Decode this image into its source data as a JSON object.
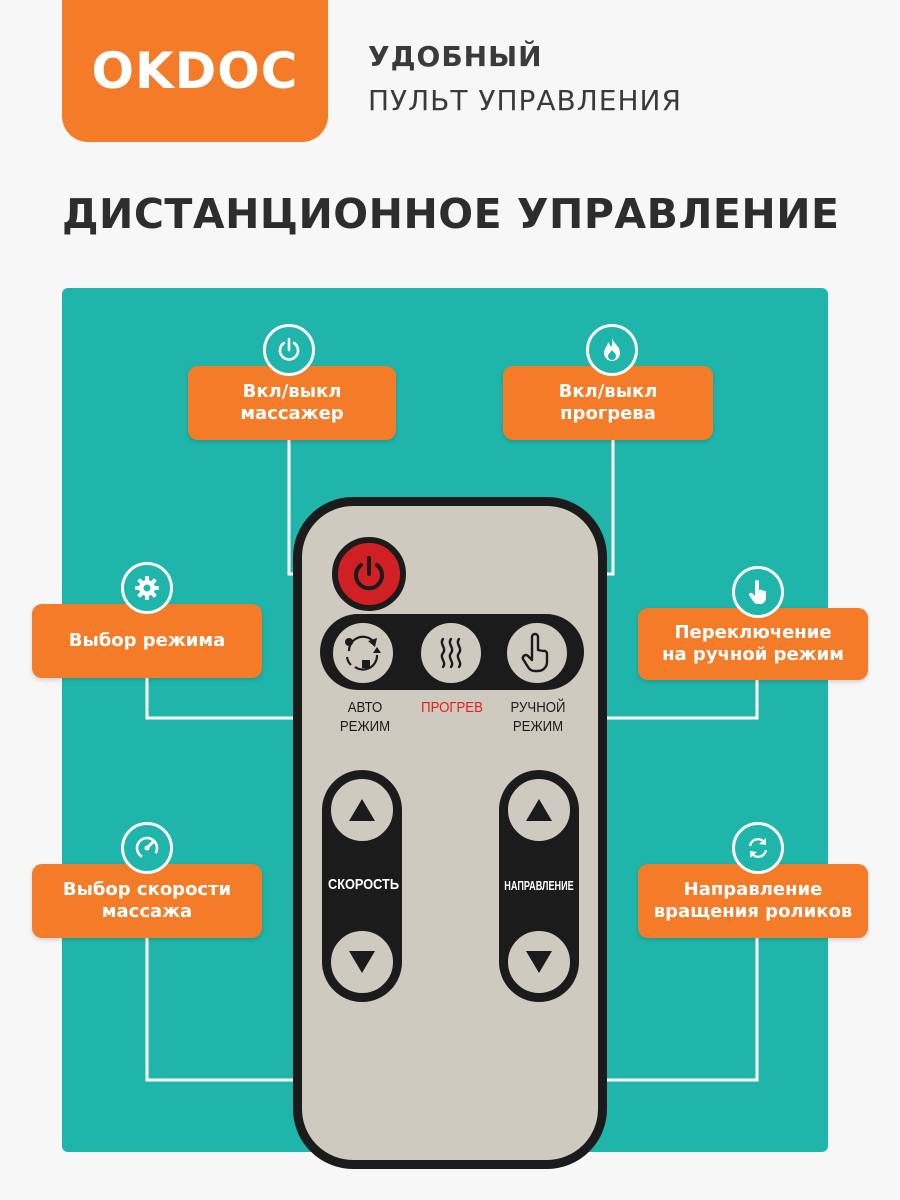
{
  "brand": {
    "logo": "OKDOC",
    "accent": "#f47c28",
    "panel_color": "#1fb5aa"
  },
  "tagline": {
    "line1": "УДОБНЫЙ",
    "line2": "ПУЛЬТ УПРАВЛЕНИЯ"
  },
  "heading": "ДИСТАНЦИОННОЕ УПРАВЛЕНИЕ",
  "callouts": {
    "power": {
      "line1": "Вкл/выкл",
      "line2": "массажер",
      "icon": "power-icon"
    },
    "heat": {
      "line1": "Вкл/выкл",
      "line2": "прогрева",
      "icon": "flame-icon"
    },
    "mode": {
      "line1": "Выбор режима",
      "icon": "gear-icon"
    },
    "manual": {
      "line1": "Переключение",
      "line2": "на ручной режим",
      "icon": "hand-pointer-icon"
    },
    "speed": {
      "line1": "Выбор скорости",
      "line2": "массажа",
      "icon": "speedometer-icon"
    },
    "direction": {
      "line1": "Направление",
      "line2": "вращения роликов",
      "icon": "rotate-icon"
    }
  },
  "remote": {
    "auto_label_1": "АВТО",
    "auto_label_2": "РЕЖИМ",
    "heat_label": "ПРОГРЕВ",
    "manual_label_1": "РУЧНОЙ",
    "manual_label_2": "РЕЖИМ",
    "speed_label": "СКОРОСТЬ",
    "direction_label": "НАПРАВЛЕНИЕ",
    "power_color": "#d02024",
    "heat_label_color": "#e02020"
  }
}
